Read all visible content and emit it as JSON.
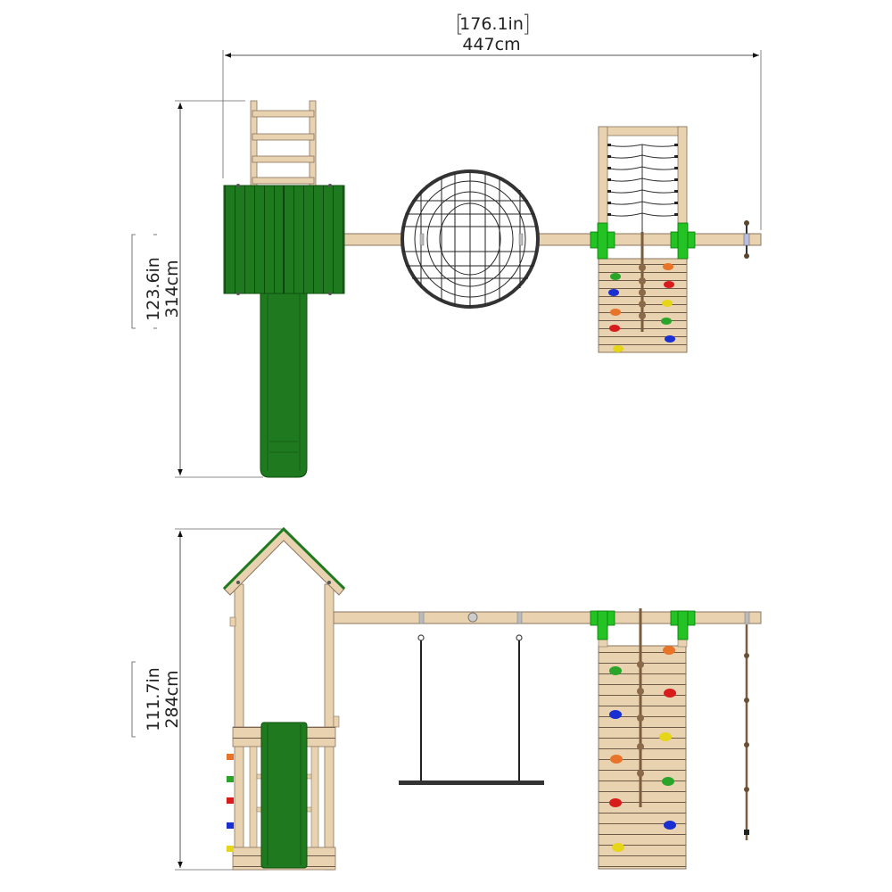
{
  "colors": {
    "wood": "#e8d2b0",
    "wood_edge": "#8a7560",
    "green": "#1f7a1f",
    "green_dark": "#0c4d0c",
    "bright_green": "#22c322",
    "net": "#2b2b2b",
    "dim_line": "#555555",
    "holds": [
      "#e8742a",
      "#2aa52a",
      "#d81c1c",
      "#1a2fd1",
      "#e6d61a"
    ]
  },
  "dimensions": {
    "overall_width": {
      "imperial": "176.1in",
      "metric": "447cm"
    },
    "top_view_depth": {
      "imperial": "123.6in",
      "metric": "314cm"
    },
    "side_view_height": {
      "imperial": "111.7in",
      "metric": "284cm"
    }
  },
  "views": {
    "top_view": {
      "components": [
        "ladder",
        "tower-roof",
        "slide",
        "swing-beam",
        "nest-swing",
        "cargo-net-frame",
        "climbing-wall",
        "climbing-rope-ring"
      ]
    },
    "side_view": {
      "components": [
        "tower-with-roof",
        "slide",
        "side-climbing-holds",
        "swing-beam",
        "platform-swing",
        "climbing-wall",
        "knotted-rope",
        "hanging-rope"
      ]
    }
  }
}
